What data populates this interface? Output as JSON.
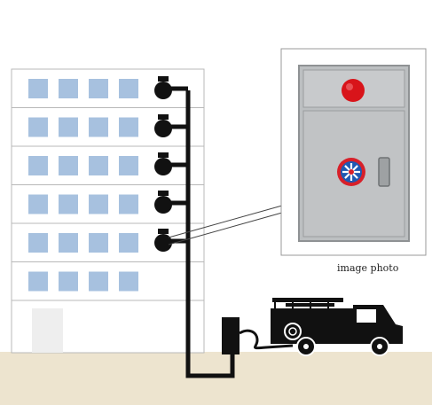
{
  "diagram": {
    "caption": "image photo",
    "building": {
      "floors": 7,
      "window_columns": 4
    },
    "hydrant_outlets": 5,
    "colors": {
      "ground": "#ede4cf",
      "window": "#a7c1df",
      "building_line": "#b8b8b8",
      "pipe": "#111111",
      "cabinet_steel": "#bfc1c3",
      "lamp": "#d8141a",
      "emblem": "#1f59b3"
    },
    "icons": [
      "building",
      "standpipe",
      "hydrant-outlet-icon",
      "siamese-connection",
      "fire-truck-icon",
      "hydrant-cabinet-photo",
      "red-lamp-icon",
      "fire-emblem-icon"
    ]
  }
}
